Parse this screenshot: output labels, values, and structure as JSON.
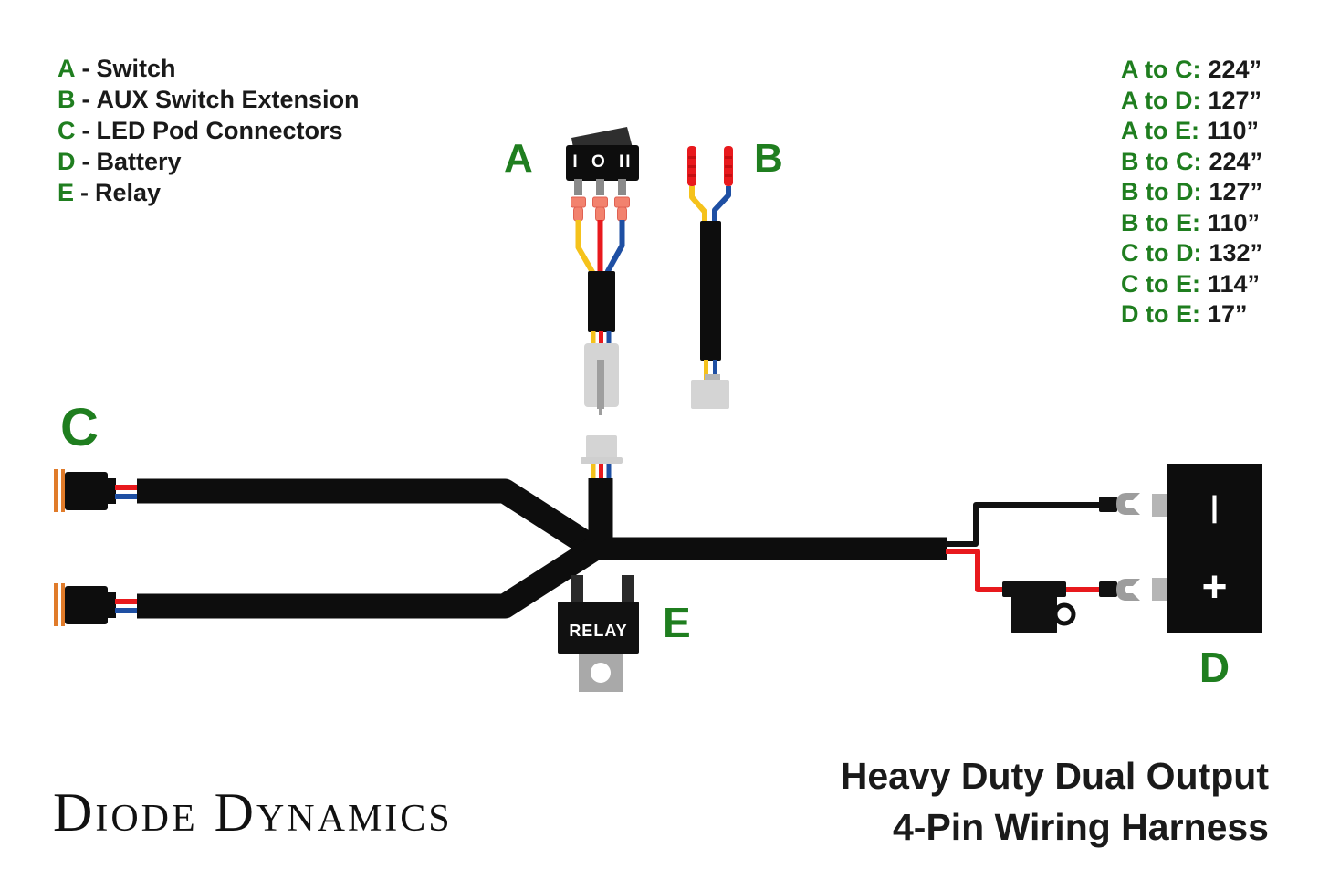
{
  "colors": {
    "accent_green": "#1f7e1f",
    "wire_yellow": "#f5c21b",
    "wire_red": "#e8191d",
    "wire_blue": "#1e4fa3",
    "harness_black": "#0d0d0d",
    "crimp_salmon": "#f2826e",
    "connector_gray": "#d4d4d4",
    "metal_gray": "#9d9d9d",
    "ring_orange": "#e07b2a"
  },
  "legend": {
    "separator": "-",
    "items": [
      {
        "letter": "A",
        "label": "Switch"
      },
      {
        "letter": "B",
        "label": "AUX Switch Extension"
      },
      {
        "letter": "C",
        "label": "LED Pod Connectors"
      },
      {
        "letter": "D",
        "label": "Battery"
      },
      {
        "letter": "E",
        "label": "Relay"
      }
    ]
  },
  "measurements": {
    "items": [
      {
        "pair": "A to C:",
        "value": "224”"
      },
      {
        "pair": "A to D:",
        "value": "127”"
      },
      {
        "pair": "A to E:",
        "value": "110”"
      },
      {
        "pair": "B to C:",
        "value": "224”"
      },
      {
        "pair": "B to D:",
        "value": "127”"
      },
      {
        "pair": "B to E:",
        "value": "110”"
      },
      {
        "pair": "C to D:",
        "value": "132”"
      },
      {
        "pair": "C to E:",
        "value": "114”"
      },
      {
        "pair": "D to E:",
        "value": "17”"
      }
    ]
  },
  "diagram": {
    "switch": {
      "label": "A",
      "positions": "I O II"
    },
    "aux_extension": {
      "label": "B"
    },
    "pod_connectors": {
      "label": "C"
    },
    "battery": {
      "label": "D",
      "negative_symbol": "|",
      "positive_symbol": "+"
    },
    "relay": {
      "label": "E",
      "text": "RELAY"
    }
  },
  "footer": {
    "logo": "Diode Dynamics",
    "title_line1": "Heavy Duty Dual Output",
    "title_line2": "4-Pin Wiring Harness"
  }
}
